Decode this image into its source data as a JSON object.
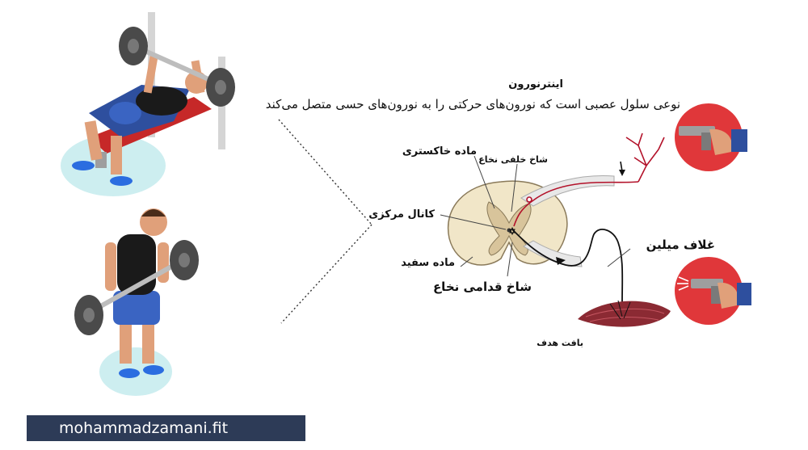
{
  "labels": {
    "interneuron_title": "اینترنورون",
    "interneuron_desc": "نوعی سلول عصبی است که نورون‌های حرکتی را به نورون‌های حسی متصل می‌کند",
    "gray_matter": "ماده خاکستری",
    "dorsal_horn": "شاخ خلفی نخاع",
    "central_canal": "کانال مرکزی",
    "white_matter": "ماده سفید",
    "ventral_horn": "شاخ قدامی نخاع",
    "myelin_sheath": "غلاف میلین",
    "target_tissue": "بافت هدف"
  },
  "footer": {
    "handle": "mohammadzamani.fit",
    "left_icon": "instagram-icon",
    "right_icon": "globe-icon"
  },
  "colors": {
    "nerve_red": "#b3122a",
    "footer_bg": "#2d3b57",
    "circle_red": "#e0373a",
    "cord_fill": "#f1e6c8"
  }
}
